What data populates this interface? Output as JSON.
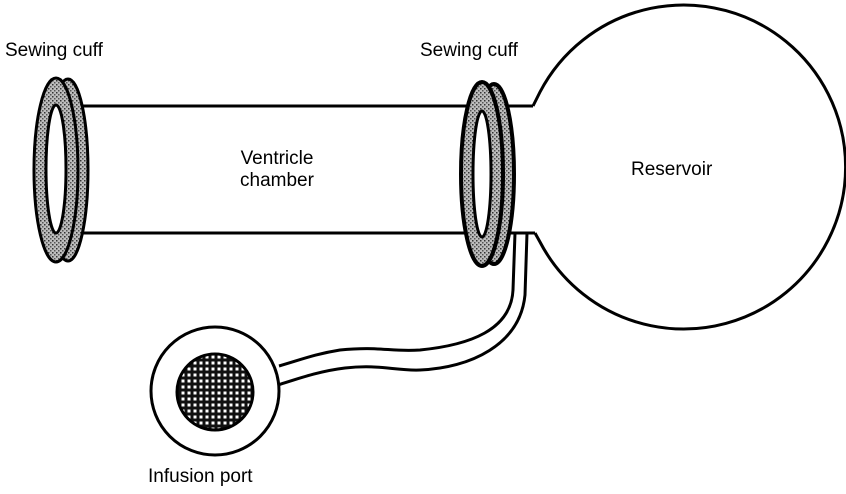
{
  "diagram": {
    "type": "schematic",
    "subject": "Ventricle chamber with reservoir and infusion port",
    "colors": {
      "line": "#000000",
      "background": "#ffffff",
      "cuff_fill": "#9a9a9a",
      "mesh_fill": "#1a1a1a"
    },
    "labels": {
      "left_cuff": "Sewing cuff",
      "right_cuff": "Sewing cuff",
      "chamber_line1": "Ventricle",
      "chamber_line2": "chamber",
      "reservoir": "Reservoir",
      "port": "Infusion port"
    },
    "components": [
      {
        "id": "left-sewing-cuff",
        "label": "Sewing cuff",
        "shape": "stippled ring"
      },
      {
        "id": "ventricle-chamber",
        "label": "Ventricle chamber",
        "shape": "tube"
      },
      {
        "id": "right-sewing-cuff",
        "label": "Sewing cuff",
        "shape": "stippled ring"
      },
      {
        "id": "reservoir",
        "label": "Reservoir",
        "shape": "circle"
      },
      {
        "id": "infusion-tube",
        "label": "",
        "shape": "double-line tubing"
      },
      {
        "id": "infusion-port",
        "label": "Infusion port",
        "shape": "circle with mesh"
      }
    ],
    "connections": [
      {
        "from": "left-sewing-cuff",
        "to": "ventricle-chamber"
      },
      {
        "from": "ventricle-chamber",
        "to": "right-sewing-cuff"
      },
      {
        "from": "right-sewing-cuff",
        "to": "reservoir"
      },
      {
        "from": "reservoir",
        "to": "infusion-tube"
      },
      {
        "from": "infusion-tube",
        "to": "infusion-port"
      }
    ]
  }
}
